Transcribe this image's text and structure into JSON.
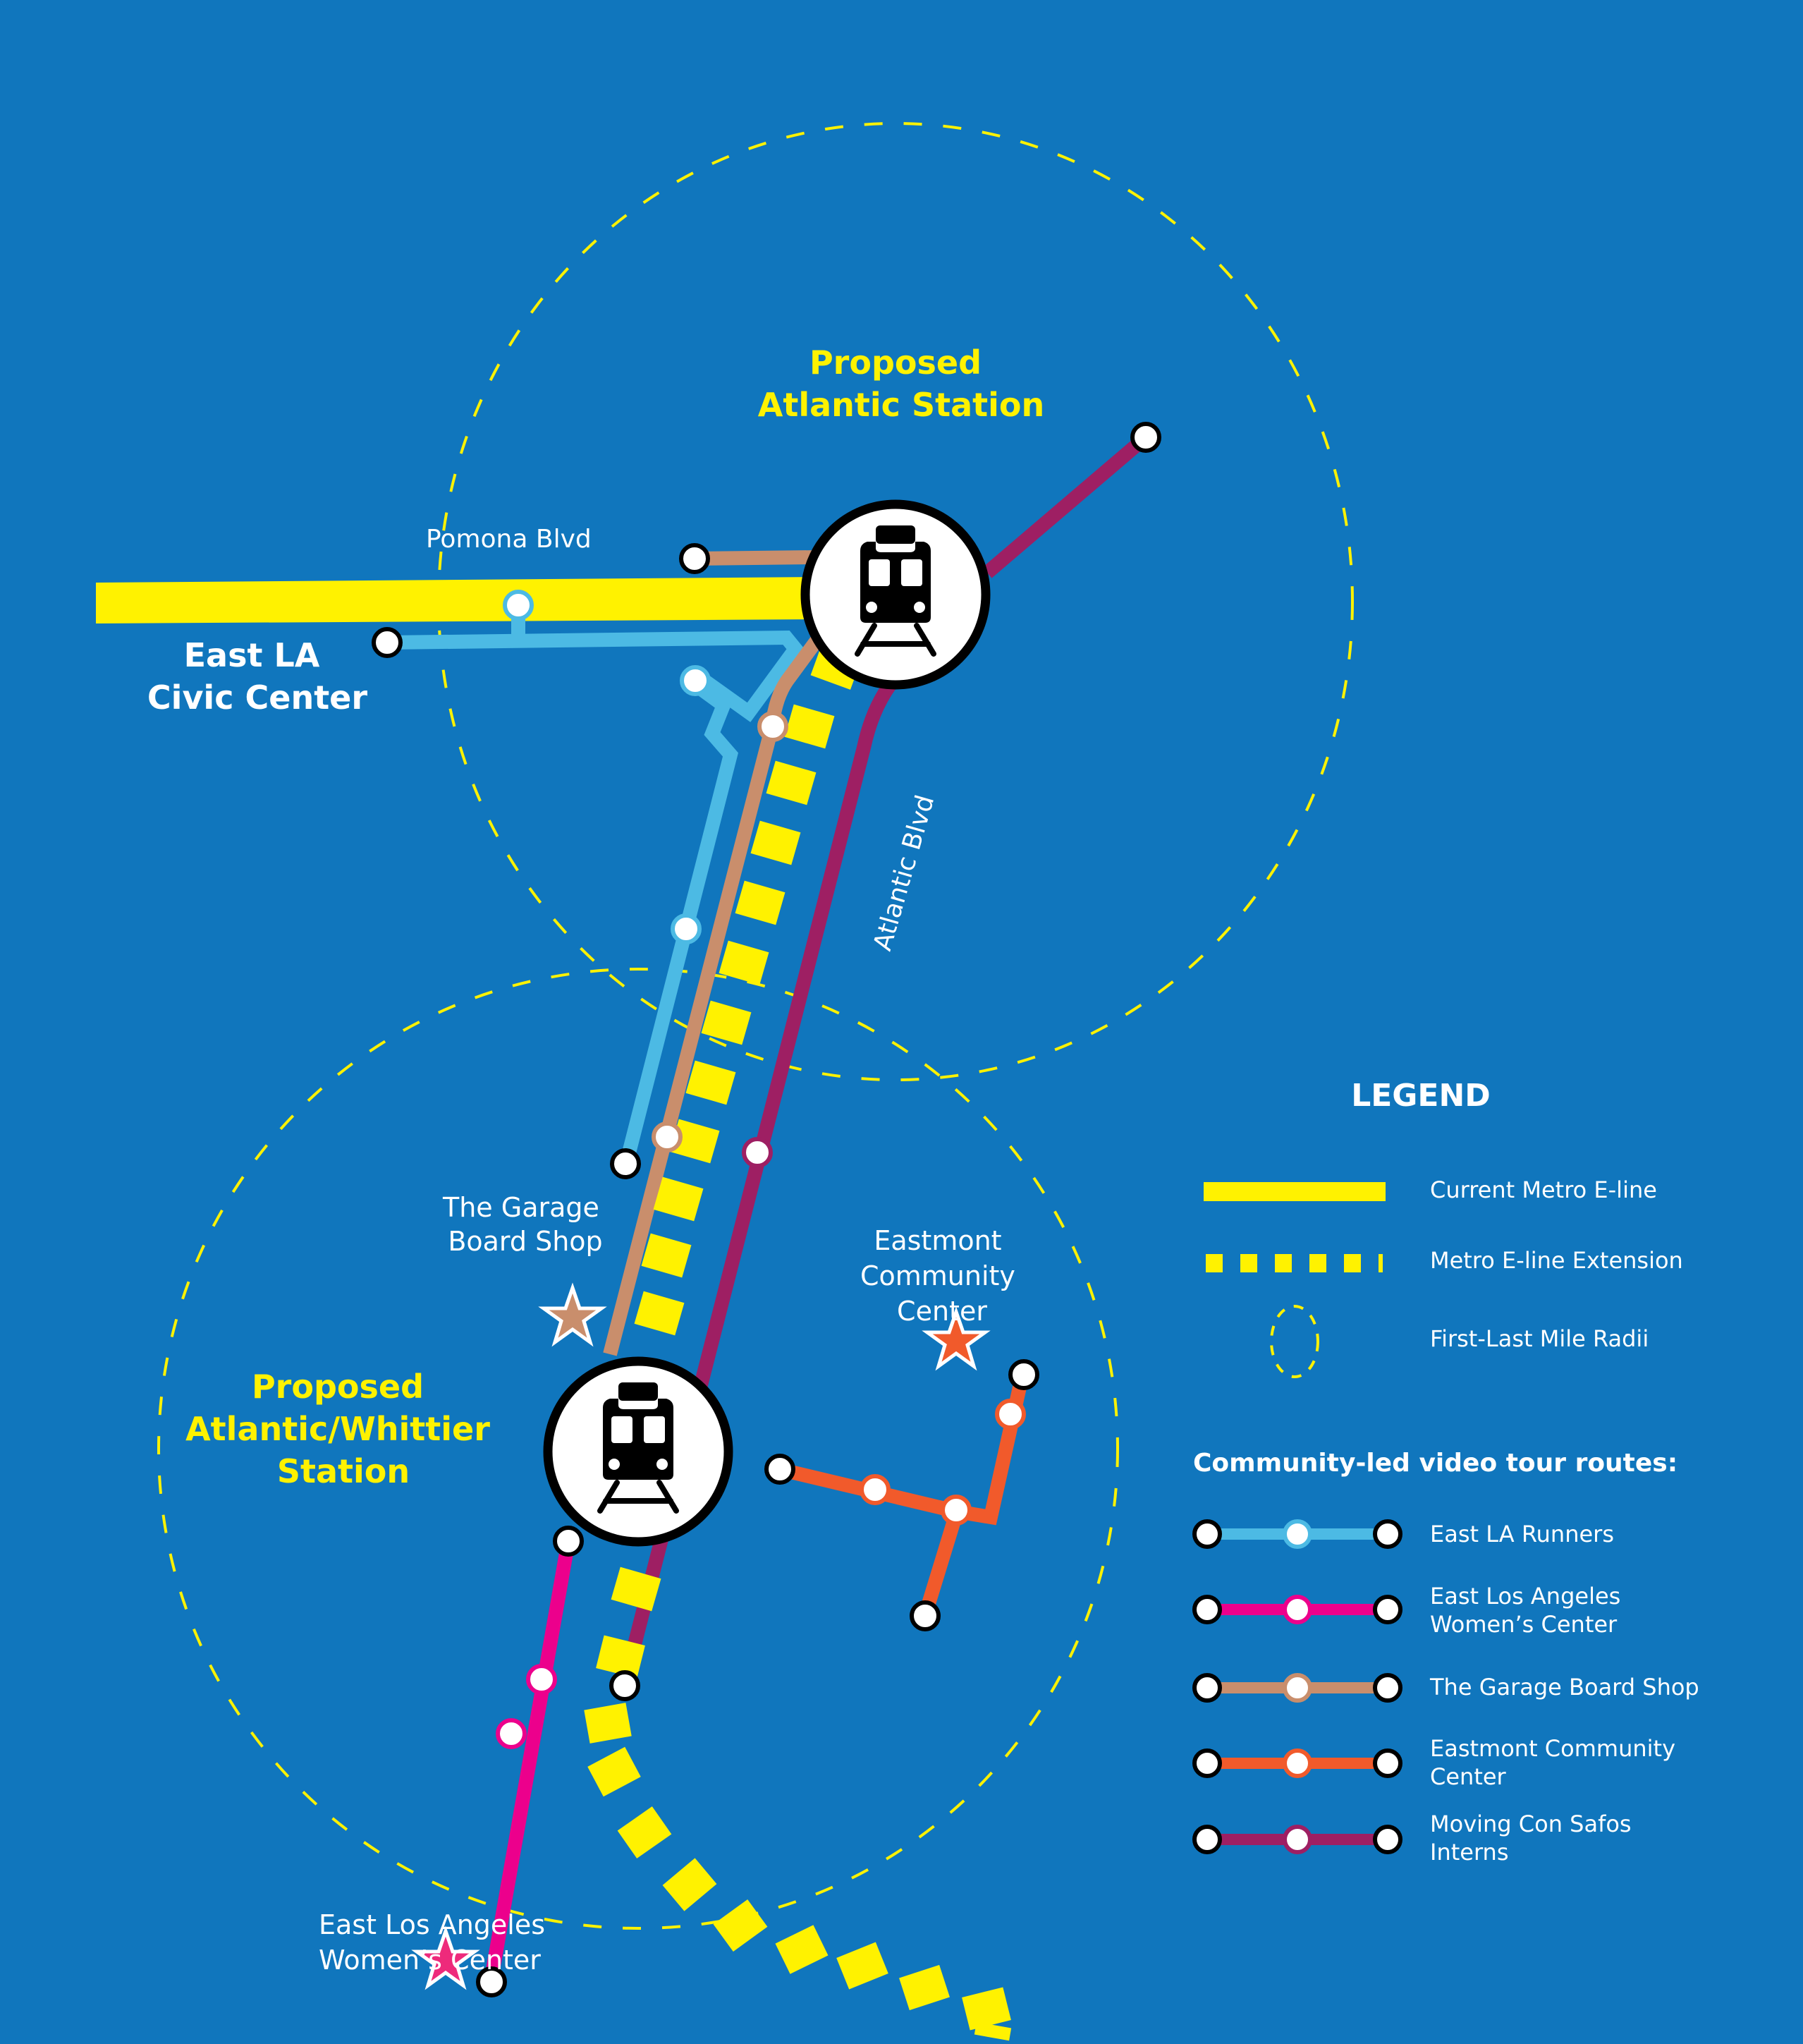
{
  "colors": {
    "background": "#1076bd",
    "metro_yellow": "#fff200",
    "east_la_runners": "#4cbae4",
    "womens_center": "#ec008c",
    "garage_board_shop": "#c98e6c",
    "eastmont": "#f15a2b",
    "moving_con_safos": "#9e1f63",
    "womens_star": "#ee2a7b"
  },
  "stations": {
    "atlantic": {
      "line1": "Proposed",
      "line2": "Atlantic Station",
      "icon": "train-icon"
    },
    "atlantic_whittier": {
      "line1": "Proposed",
      "line2": "Atlantic/Whittier",
      "line3": "Station",
      "icon": "train-icon"
    }
  },
  "places": {
    "civic_center": {
      "line1": "East LA",
      "line2": "Civic Center"
    },
    "garage": {
      "line1": "The Garage",
      "line2": "Board Shop"
    },
    "eastmont": {
      "line1": "Eastmont",
      "line2": "Community",
      "line3": "Center"
    },
    "womens_center": {
      "line1": "East Los Angeles",
      "line2": "Women’s Center"
    }
  },
  "streets": {
    "pomona": "Pomona Blvd",
    "atlantic": "Atlantic Blvd"
  },
  "legend": {
    "title": "LEGEND",
    "items": [
      {
        "label": "Current Metro E-line",
        "symbol": "solid-line"
      },
      {
        "label": "Metro E-line Extension",
        "symbol": "dashed-line"
      },
      {
        "label": "First-Last Mile Radii",
        "symbol": "dashed-circle"
      }
    ],
    "routes_title": "Community-led video tour routes:",
    "routes": [
      {
        "line1": "East LA Runners",
        "line2": "",
        "color": "#4cbae4"
      },
      {
        "line1": "East Los Angeles",
        "line2": "Women’s Center",
        "color": "#ec008c"
      },
      {
        "line1": "The Garage Board Shop",
        "line2": "",
        "color": "#c98e6c"
      },
      {
        "line1": "Eastmont Community",
        "line2": "Center",
        "color": "#f15a2b"
      },
      {
        "line1": "Moving Con Safos",
        "line2": "Interns",
        "color": "#9e1f63"
      }
    ]
  }
}
